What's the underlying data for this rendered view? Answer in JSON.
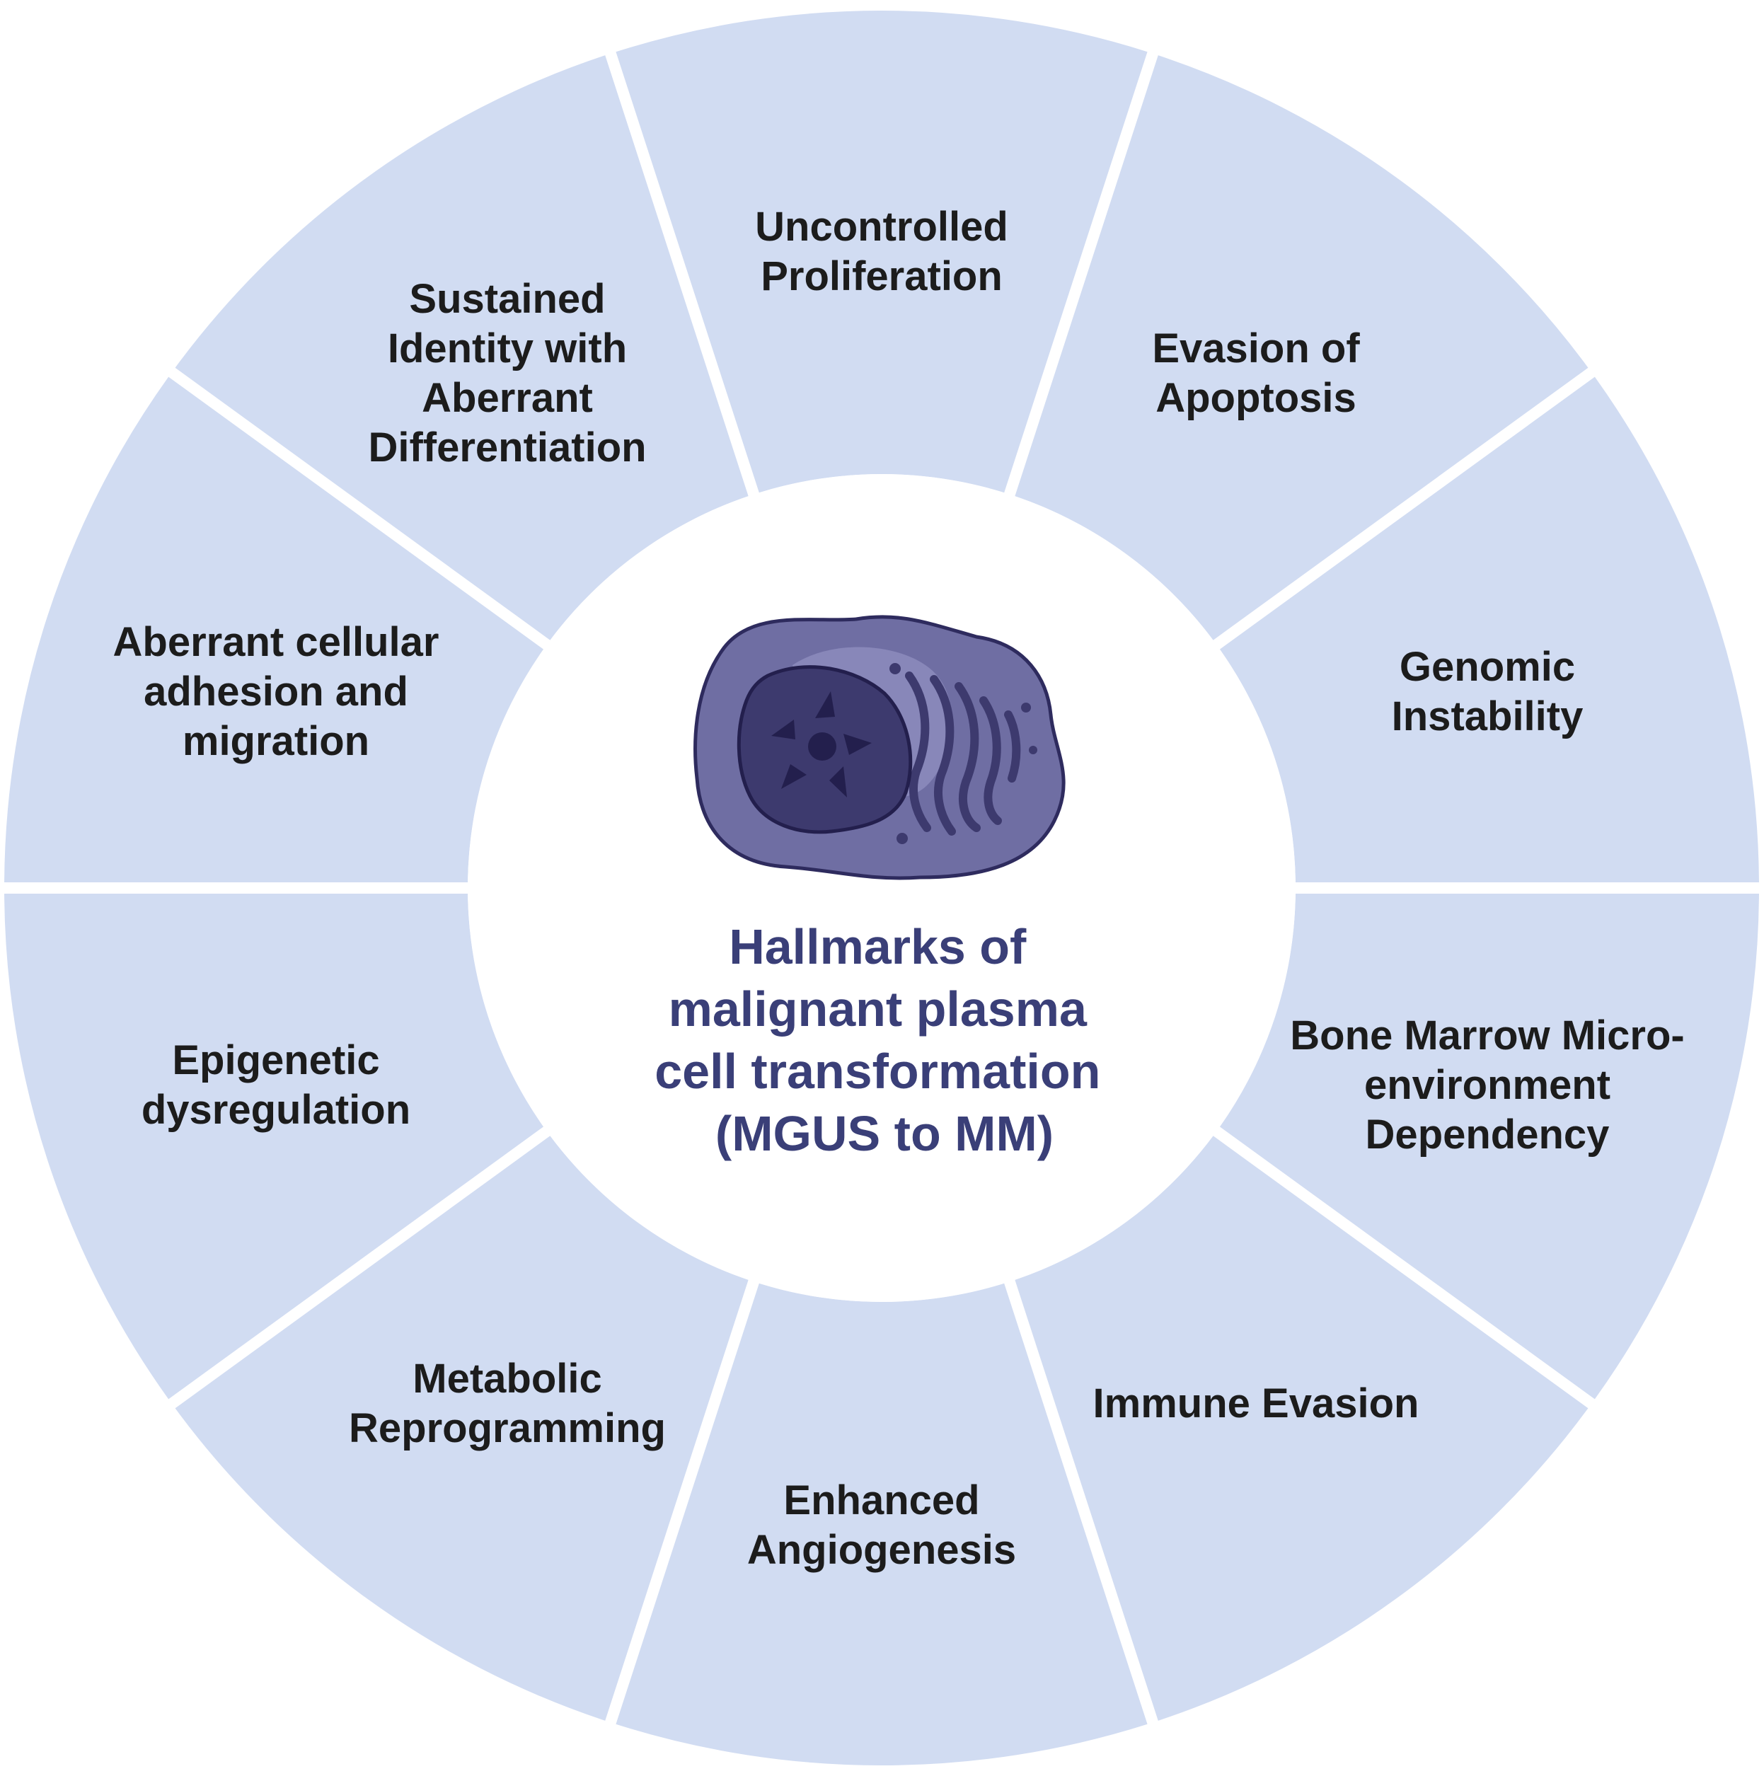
{
  "center": {
    "title_lines": [
      "Hallmarks of",
      "malignant plasma",
      "cell transformation",
      "(MGUS to MM)"
    ],
    "icon": "plasma-cell-icon"
  },
  "segments": [
    {
      "id": "uncontrolled-proliferation",
      "lines": [
        "Uncontrolled",
        "Proliferation"
      ]
    },
    {
      "id": "evasion-of-apoptosis",
      "lines": [
        "Evasion of",
        "Apoptosis"
      ]
    },
    {
      "id": "genomic-instability",
      "lines": [
        "Genomic",
        "Instability"
      ]
    },
    {
      "id": "bone-marrow-microenvironment-dependency",
      "lines": [
        "Bone Marrow Micro-",
        "environment",
        "Dependency"
      ]
    },
    {
      "id": "immune-evasion",
      "lines": [
        "Immune Evasion"
      ]
    },
    {
      "id": "enhanced-angiogenesis",
      "lines": [
        "Enhanced",
        "Angiogenesis"
      ]
    },
    {
      "id": "metabolic-reprogramming",
      "lines": [
        "Metabolic",
        "Reprogramming"
      ]
    },
    {
      "id": "epigenetic-dysregulation",
      "lines": [
        "Epigenetic",
        "dysregulation"
      ]
    },
    {
      "id": "aberrant-cellular-adhesion-and-migration",
      "lines": [
        "Aberrant cellular",
        "adhesion and",
        "migration"
      ]
    },
    {
      "id": "sustained-identity-with-aberrant-differentiation",
      "lines": [
        "Sustained",
        "Identity with",
        "Aberrant",
        "Differentiation"
      ]
    }
  ],
  "colors": {
    "segment_fill": "#d1dcf2",
    "center_fill": "#ffffff",
    "center_title": "#3a3f78",
    "label_text": "#1c1c1c",
    "cell_body": "#6f6ea3",
    "cell_nucleus": "#3d3a6e"
  }
}
